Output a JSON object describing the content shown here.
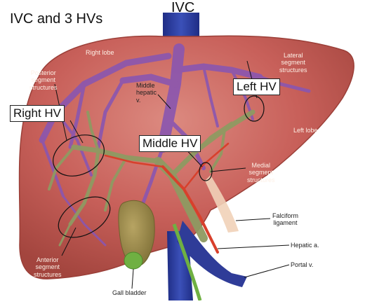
{
  "title": "IVC and 3 HVs",
  "labels": {
    "ivc": "IVC",
    "right_hv": "Right HV",
    "middle_hv": "Middle HV",
    "left_hv": "Left HV",
    "right_lobe": "Right lobe",
    "left_lobe": "Left lobe",
    "middle_hepatic_v": [
      "Middle",
      "hepatic",
      "v."
    ],
    "posterior_segment": [
      "Posterior",
      "segment",
      "structures"
    ],
    "lateral_segment": [
      "Lateral",
      "segment",
      "structures"
    ],
    "medial_segment": [
      "Medial",
      "segment",
      "structures"
    ],
    "anterior_segment": [
      "Anterior",
      "segment",
      "structures"
    ],
    "falciform_ligament": [
      "Falciform",
      "ligament"
    ],
    "hepatic_a": "Hepatic a.",
    "portal_v": "Portal v.",
    "gall_bladder": "Gall bladder"
  },
  "colors": {
    "liver": "#c8605a",
    "liver_dark": "#a9473f",
    "vein": "#8a56b0",
    "portal": "#8f9a62",
    "artery": "#d8402c",
    "ivc": "#2d3fa0",
    "gallbladder": "#9a8a48",
    "bile": "#6fb042"
  }
}
